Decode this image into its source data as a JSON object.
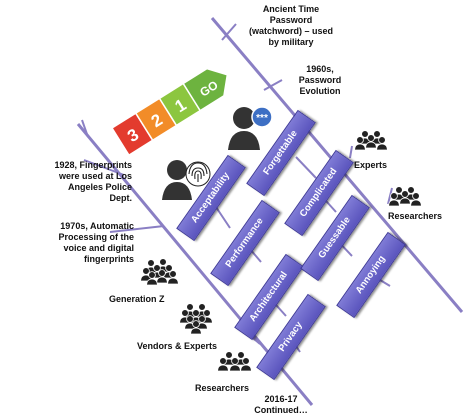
{
  "timeline_left": {
    "events": [
      {
        "text": "1928, Fingerprints\nwere used at Los\nAngeles Police\nDept."
      },
      {
        "text": "1970s, Automatic\nProcessing of the\nvoice and digital\nfingerprints"
      },
      {
        "text": "2016-17\nContinued…"
      }
    ],
    "groups": [
      {
        "label": "Generation Z"
      },
      {
        "label": "Vendors & Experts"
      },
      {
        "label": "Researchers"
      }
    ]
  },
  "timeline_right": {
    "events": [
      {
        "text": "Ancient Time\nPassword\n(watchword) – used\nby military"
      },
      {
        "text": "1960s,\nPassword\nEvolution"
      }
    ],
    "groups": [
      {
        "label": "Experts"
      },
      {
        "label": "Researchers"
      }
    ]
  },
  "countdown": {
    "steps": [
      {
        "label": "3",
        "color": "#e33b2e"
      },
      {
        "label": "2",
        "color": "#f28c28"
      },
      {
        "label": "1",
        "color": "#8cc63f"
      },
      {
        "label": "GO",
        "color": "#6db33f"
      }
    ]
  },
  "biometric_attributes": [
    "Acceptability",
    "Performance",
    "Architectural",
    "Privacy"
  ],
  "password_attributes": [
    "Forgettable",
    "Complicated",
    "Guessable",
    "Annoying"
  ],
  "password_user_badge": "***",
  "colors": {
    "tag_fill": "#6660c9",
    "timeline_line": "#8a7fc4",
    "connector": "#8a7fc4"
  }
}
